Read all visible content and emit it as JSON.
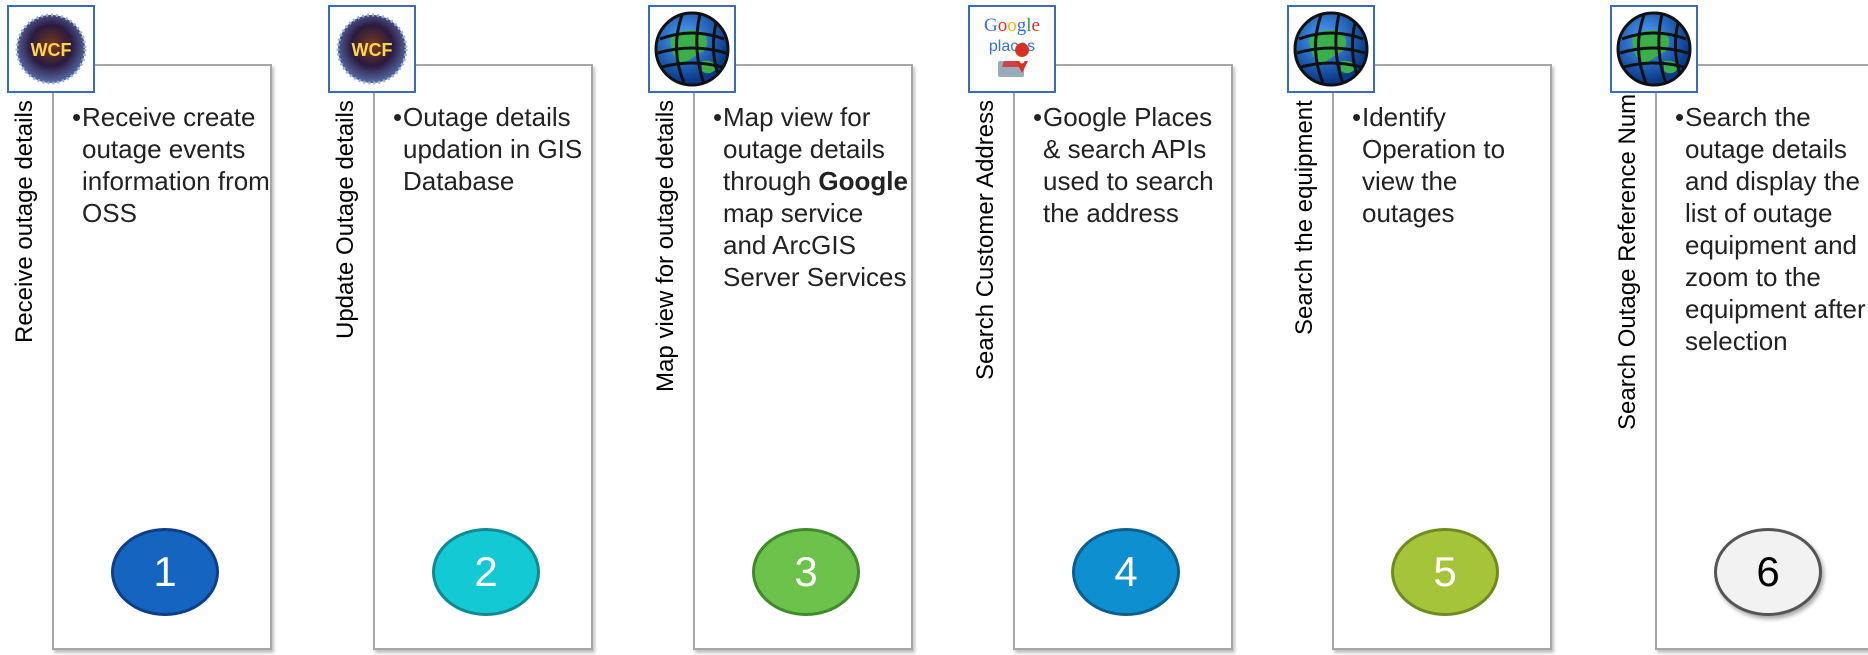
{
  "steps": [
    {
      "id": 1,
      "label": "Receive outage details",
      "icon": "wcf-icon",
      "desc_lines": [
        "Receive create outage events information from OSS"
      ],
      "number": "1",
      "color": "#1565c0",
      "border": "#0d3e86",
      "text_color": "#ffffff"
    },
    {
      "id": 2,
      "label": "Update Outage details",
      "icon": "wcf-icon",
      "desc_lines": [
        "Outage details updation in GIS Database"
      ],
      "number": "2",
      "color": "#13c9d4",
      "border": "#0f8a92",
      "text_color": "#ffffff"
    },
    {
      "id": 3,
      "label": "Map view for outage details",
      "icon": "globe-icon",
      "desc_before": "Map view for outage details through ",
      "desc_bold": "Google",
      "desc_after": " map service and ArcGIS Server Services",
      "number": "3",
      "color": "#6cc24a",
      "border": "#3f8a2a",
      "text_color": "#ffffff"
    },
    {
      "id": 4,
      "label": "Search Customer Address",
      "icon": "google-places-icon",
      "icon_text": "Google",
      "icon_text2": "places",
      "desc_lines": [
        "Google Places & search APIs used to search the address"
      ],
      "number": "4",
      "color": "#0e8fd0",
      "border": "#0a5f8c",
      "text_color": "#ffffff"
    },
    {
      "id": 5,
      "label": "Search the equipment",
      "icon": "globe-icon",
      "desc_lines": [
        "Identify Operation to view the outages"
      ],
      "number": "5",
      "color": "#a6c43a",
      "border": "#6f8a20",
      "text_color": "#ffffff"
    },
    {
      "id": 6,
      "label": "Search Outage Reference Number",
      "icon": "globe-icon",
      "desc_lines": [
        "Search the outage details and display the list of outage equipment and zoom to the equipment after selection"
      ],
      "number": "6",
      "color": "#f2f2f2",
      "border": "#555555",
      "text_color": "#000000"
    }
  ]
}
